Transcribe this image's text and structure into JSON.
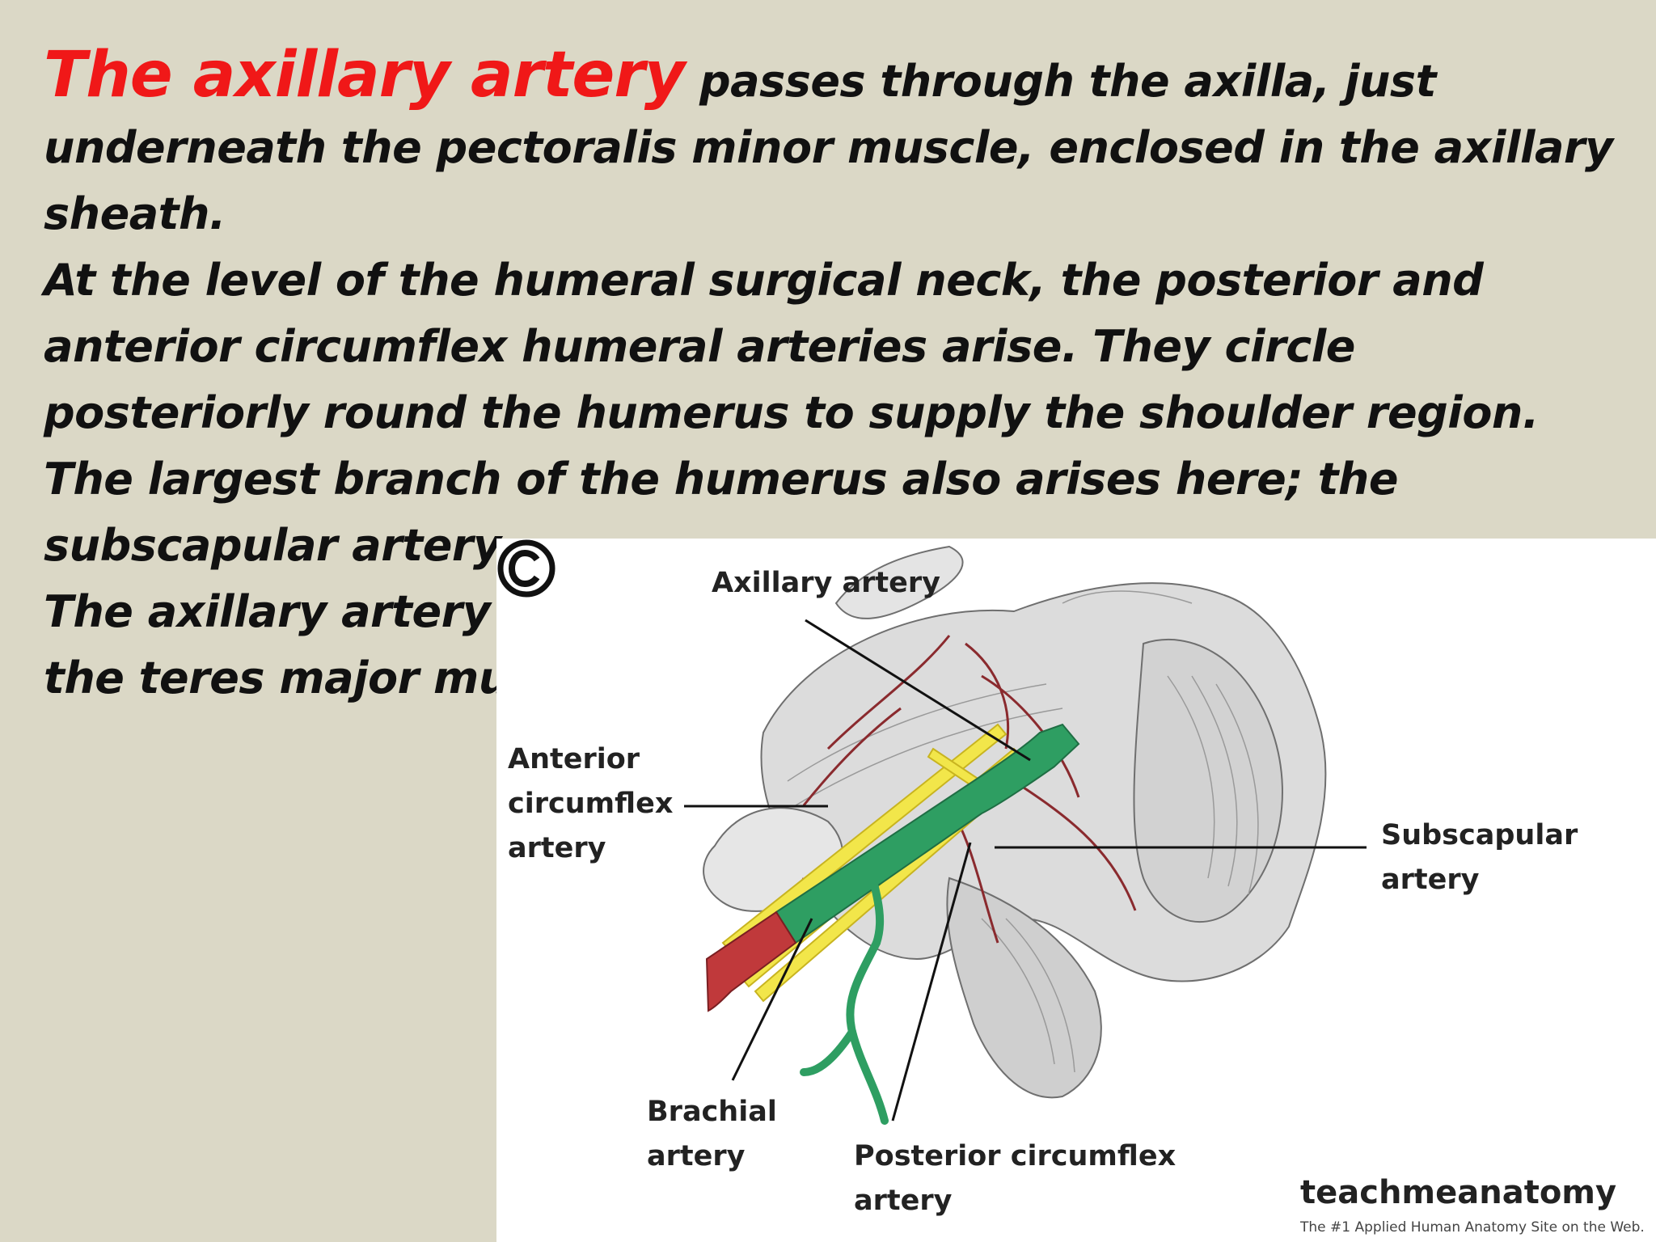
{
  "slide": {
    "title_highlight": "The axillary artery",
    "line1_rest": "passes through the axilla, just underneath the pectoralis minor muscle, enclosed in the axillary sheath.",
    "para2": "At the level of the humeral surgical neck, the posterior and anterior circumflex humeral arteries arise. They circle posteriorly round the humerus to supply the shoulder region. The largest branch of the humerus also arises here; the subscapular artery.",
    "para3": "The axillary artery becomes the brachial artery at the level of the teres major muscle"
  },
  "figure": {
    "labels": {
      "axillary": "Axillary artery",
      "anterior_1": "Anterior",
      "anterior_2": "circumflex",
      "anterior_3": "artery",
      "subscapular_1": "Subscapular",
      "subscapular_2": "artery",
      "brachial_1": "Brachial",
      "brachial_2": "artery",
      "posterior_1": "Posterior circumflex",
      "posterior_2": "artery"
    },
    "logo": {
      "name": "teachmeanatomy",
      "tagline": "The #1 Applied Human Anatomy Site on the Web."
    },
    "colors": {
      "axillary_artery": "#2e9e62",
      "brachial_artery": "#c0393b",
      "nerves": "#f2e64a",
      "vessels": "#8a2a2e"
    }
  }
}
